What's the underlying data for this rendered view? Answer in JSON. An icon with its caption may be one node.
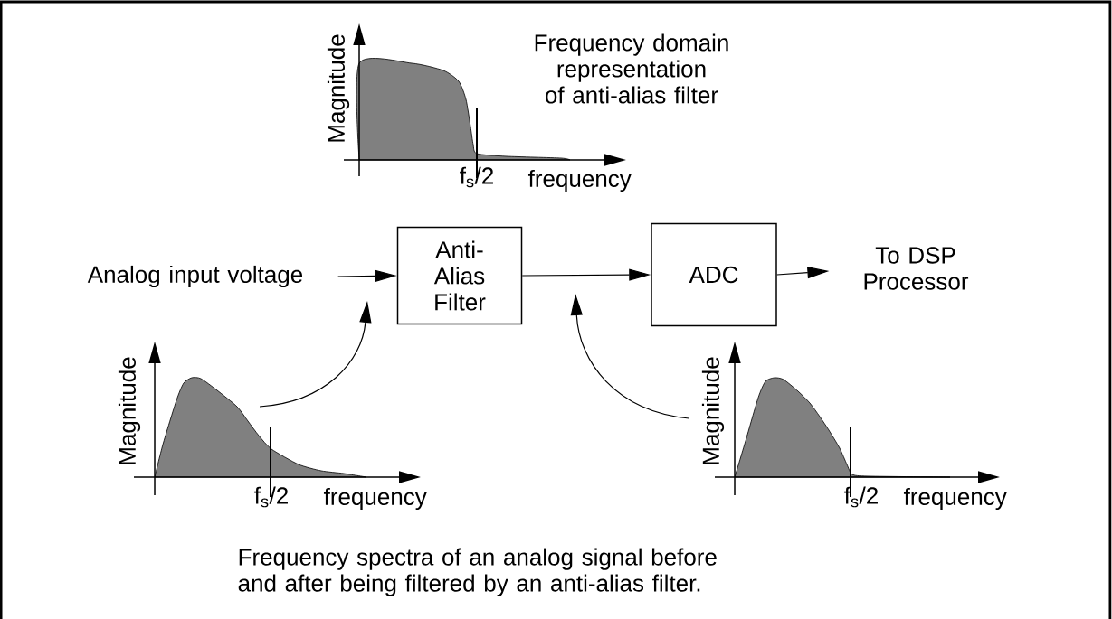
{
  "diagram": {
    "caption": "Frequency spectra of an analog signal before and after being filtered by an anti-alias filter.",
    "nodes": [
      {
        "text": [
          "Magnitude",
          "f$_{s}$/2",
          "frequency"
        ],
        "beside": [
          "Frequency domain representation of anti-alias filter"
        ]
      },
      {
        "text": [
          "Analog input voltage"
        ]
      },
      {
        "text": [
          "Anti-Alias Filter"
        ]
      },
      {
        "text": [
          "ADC"
        ]
      },
      {
        "text": [
          "To DSP Processor"
        ]
      },
      {
        "text": [
          "Magnitude",
          "f$_{s}$/2",
          "frequency"
        ]
      },
      {
        "text": [
          "Magnitude",
          "f$_{s}$/2",
          "frequency"
        ]
      }
    ],
    "edges": [
      {
        "from": 1,
        "to": 2,
        "arrow": "to"
      },
      {
        "from": 2,
        "to": 3,
        "arrow": "to"
      },
      {
        "from": 3,
        "to": 4,
        "arrow": "to"
      },
      {
        "from": 5,
        "to": null,
        "arrow": "to"
      },
      {
        "from": 6,
        "to": null,
        "arrow": "to"
      }
    ]
  }
}
